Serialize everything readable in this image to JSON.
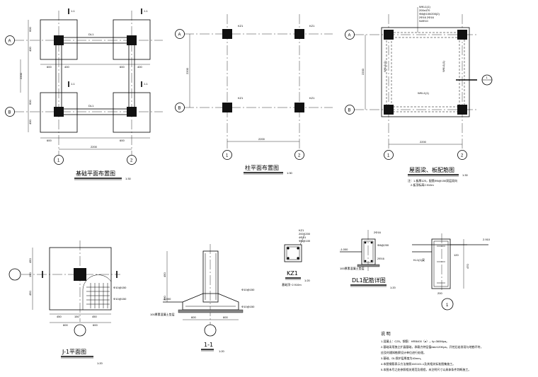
{
  "views": {
    "foundation": {
      "title": "基础平面布置图",
      "scale": "1:30",
      "beam_label": "DL1",
      "section_mark": "J-1",
      "dims": {
        "top": "600",
        "top_b": "400",
        "mid": "2200",
        "left_a": "600",
        "left_b": "400",
        "bottom": "2200"
      }
    },
    "column": {
      "title": "柱平面布置图",
      "scale": "1:30",
      "column_label": "KZ1",
      "dims": {
        "mid": "2200",
        "bottom": "2200"
      }
    },
    "roof": {
      "title": "屋面梁、板配筋图",
      "scale": "1:30",
      "beam_label": "WKL1(1)",
      "beam_spec_1": "200x470",
      "beam_spec_2": "Φ8@100/200(2)",
      "beam_spec_3": "2Φ16 2Φ16",
      "beam_spec_4": "N4Φ10",
      "side_label": "WKL1(1)",
      "bottom_label": "WKL1(1)",
      "note_1": "注：1.板厚120，配筋Φ8@150双层双向",
      "note_2": "2.板顶标高2.910m",
      "dims": {
        "mid": "2200",
        "bottom": "2200"
      },
      "section_index": "1"
    },
    "j1_plan": {
      "title": "J-1平面图",
      "scale": "1:20",
      "rebar": "Φ10@150",
      "dims": {
        "left_1": "450",
        "left_2": "150",
        "left_3": "450",
        "bottom_1": "450",
        "bottom_2": "150",
        "bottom_3": "450",
        "bottom_4": "600",
        "bottom_5": "600"
      }
    },
    "section_11": {
      "title": "1-1",
      "scale": "1:20",
      "elev": "-1.000",
      "rebar_1": "Φ10@150",
      "rebar_2": "Φ10@150",
      "cushion": "100厚素混凝土垫层",
      "dims": {
        "h1": "450",
        "h2": "300",
        "w1": "600",
        "w2": "600"
      }
    },
    "kz1": {
      "title": "KZ1",
      "scale": "1:20",
      "spec_1": "KZ1",
      "spec_2": "200X200",
      "spec_3": "4Φ14",
      "spec_4": "Φ8@100",
      "elev_note": "基础顶~2.910m"
    },
    "dl1": {
      "title": "DL1配筋详图",
      "scale": "1:20",
      "top_bar": "2Φ16",
      "stirrup": "Φ8@200",
      "bottom_bar": "2Φ16",
      "elev": "-1.000",
      "cushion": "100厚素混凝土垫层"
    },
    "detail_1": {
      "index": "1",
      "elev_1": "2.910",
      "label": "KL1(1)梁",
      "dim_1": "200",
      "dim_2": "470",
      "dim_3": "120",
      "rebar": "Φ8@150"
    }
  },
  "axes": {
    "row_a": "A",
    "row_b": "B",
    "col_1": "1",
    "col_2": "2"
  },
  "notes": {
    "heading": "说 明",
    "items": [
      "1.混凝土：C25，钢筋：HRB400（⌀），fy=360Mpa。",
      "2.基础采用独立扩展基础，承载力特征值fak≥120Kpa，开挖后若发现与地勘不符，",
      "  应及时通知勘察设计单位进行处理。",
      "3.基础、DL保护层厚度为40mm。",
      "4.本图钢筋表示方法按照16G101-1及其相关标准图集施工。",
      "5.本图未尽之处参照相关规范及规程，未注明尺寸以具体条件判断施工。"
    ]
  }
}
